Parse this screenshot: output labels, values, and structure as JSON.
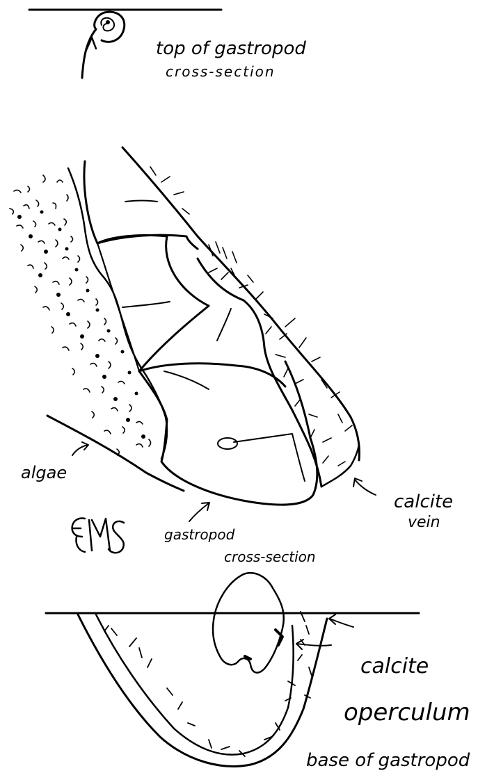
{
  "labels": {
    "top_title_line1": "top of gastropod",
    "top_title_line2": "cross-section",
    "algae": "algae",
    "calcite_vein_line1": "calcite",
    "calcite_vein_line2": "vein",
    "gastropod_line1": "gastropod",
    "gastropod_line2": "cross-section",
    "calcite_operculum_line1": "calcite",
    "calcite_operculum_line2": "operculum",
    "base_title": "base of gastropod"
  },
  "signature": "EMS"
}
